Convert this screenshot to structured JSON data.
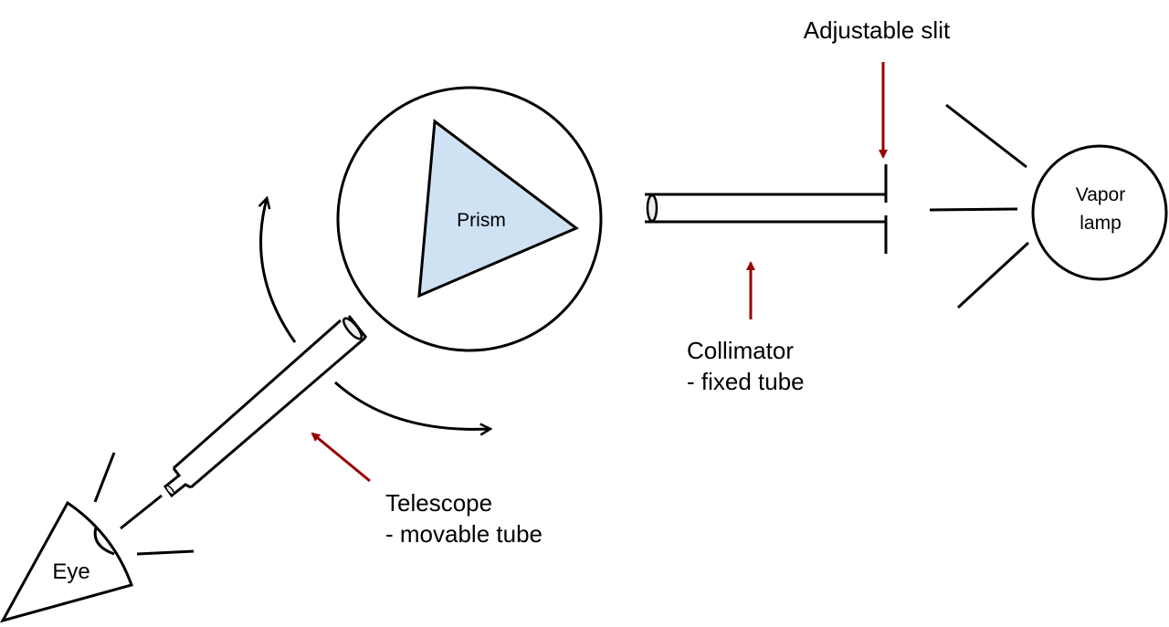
{
  "labels": {
    "prism": "Prism",
    "vapor_lamp_line1": "Vapor",
    "vapor_lamp_line2": "lamp",
    "adjustable_slit": "Adjustable slit",
    "collimator_line1": "Collimator",
    "collimator_line2": "- fixed tube",
    "telescope_line1": "Telescope",
    "telescope_line2": "- movable tube",
    "eye": "Eye"
  },
  "colors": {
    "prism_fill": "#cfe2f3",
    "callout_arrow": "#990000",
    "outline": "#000000"
  }
}
